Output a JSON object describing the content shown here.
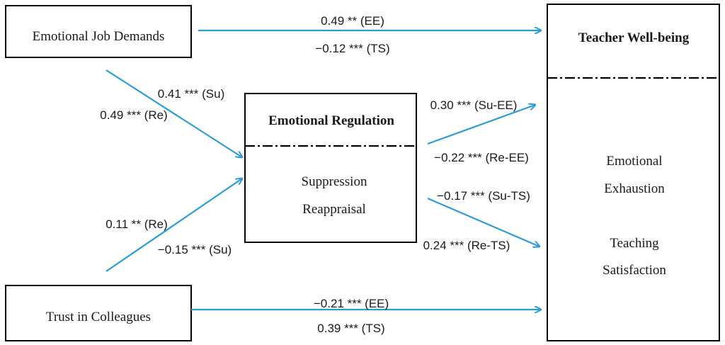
{
  "boxes": {
    "emotional_job_demands": "Emotional Job Demands",
    "trust_in_colleagues": "Trust in Colleagues",
    "emotional_regulation": {
      "title": "Emotional Regulation",
      "items": [
        "Suppression",
        "Reappraisal"
      ]
    },
    "teacher_wellbeing": {
      "title": "Teacher Well-being",
      "items": [
        "Emotional",
        "Exhaustion",
        "Teaching",
        "Satisfaction"
      ]
    }
  },
  "paths": {
    "ejd_to_wb": [
      "0.49 ** (EE)",
      "−0.12 *** (TS)"
    ],
    "ejd_to_er": [
      "0.41 *** (Su)",
      "0.49 *** (Re)"
    ],
    "tic_to_er": [
      "0.11 ** (Re)",
      "−0.15 *** (Su)"
    ],
    "er_to_ee": [
      "0.30 *** (Su-EE)",
      "−0.22 *** (Re-EE)"
    ],
    "er_to_ts": [
      "−0.17 *** (Su-TS)",
      "0.24 *** (Re-TS)"
    ],
    "tic_to_wb": [
      "−0.21 *** (EE)",
      "0.39 *** (TS)"
    ]
  },
  "colors": {
    "arrow": "#2e9bd6",
    "box_border": "#000000"
  }
}
